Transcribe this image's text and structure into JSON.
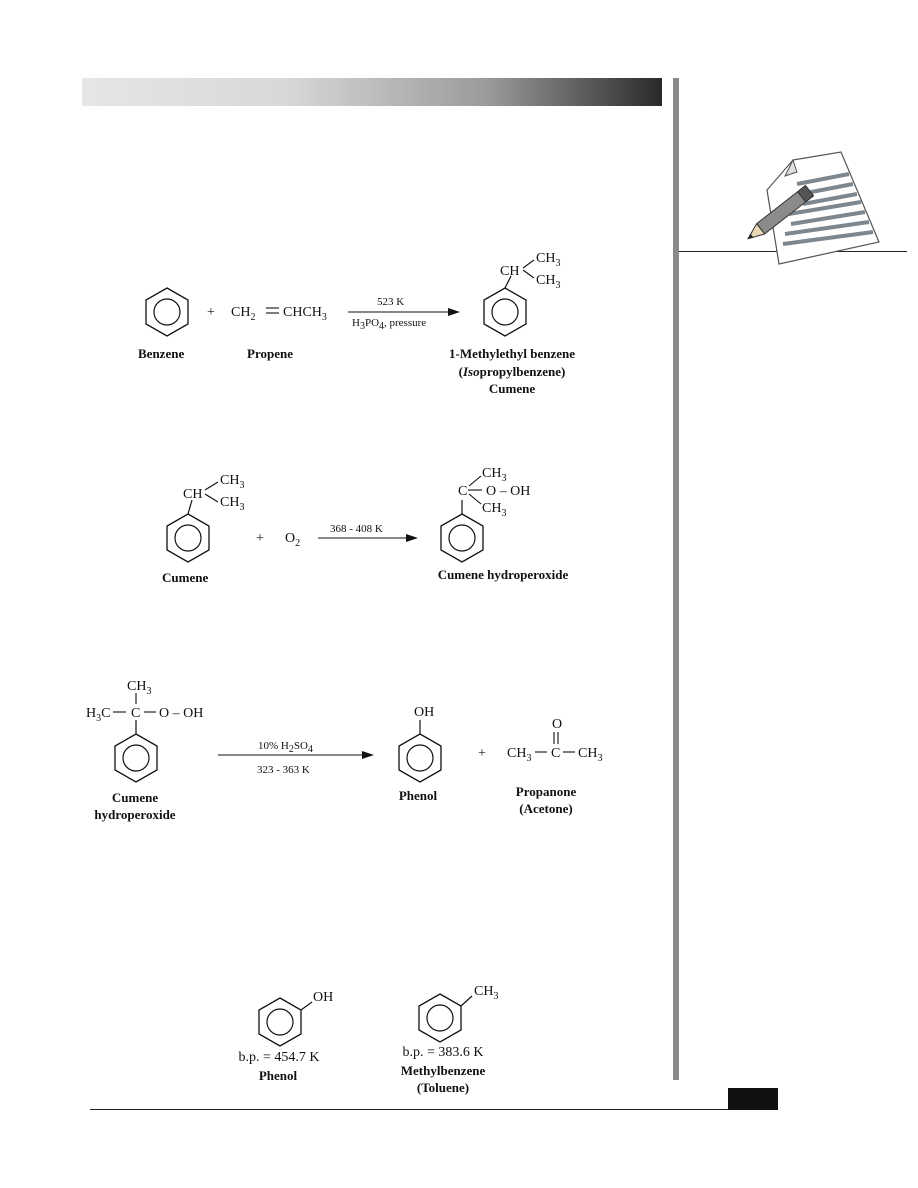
{
  "reaction1": {
    "reactant1_label": "Benzene",
    "plus": "+",
    "propene_formula_left": "CH",
    "propene_formula_sub": "2",
    "propene_formula_right": "CHCH",
    "propene_formula_sub2": "3",
    "reactant2_label": "Propene",
    "cond_top": "523 K",
    "cond_bottom_pre": "H",
    "cond_bottom_sub1": "3",
    "cond_bottom_mid": "PO",
    "cond_bottom_sub2": "4",
    "cond_bottom_post": ", pressure",
    "product_group_top": "CH",
    "product_group_top_sub": "3",
    "product_ch": "CH",
    "product_group_bottom": "CH",
    "product_group_bottom_sub": "3",
    "product_label_line1": "1-Methylethyl benzene",
    "product_label_line2_open": "(",
    "product_label_line2_italic": "Iso",
    "product_label_line2_rest": "propylbenzene)",
    "product_label_line3": "Cumene"
  },
  "reaction2": {
    "reactant_ch": "CH",
    "reactant_top": "CH",
    "reactant_top_sub": "3",
    "reactant_bottom": "CH",
    "reactant_bottom_sub": "3",
    "reactant_label": "Cumene",
    "plus": "+",
    "o2": "O",
    "o2_sub": "2",
    "cond_top": "368 - 408 K",
    "product_top": "CH",
    "product_top_sub": "3",
    "product_c": "C",
    "product_ooh": "O – OH",
    "product_bottom": "CH",
    "product_bottom_sub": "3",
    "product_label": "Cumene hydroperoxide"
  },
  "reaction3": {
    "reactant_top": "CH",
    "reactant_top_sub": "3",
    "reactant_left": "H",
    "reactant_left_sub": "3",
    "reactant_left_c": "C",
    "reactant_c": "C",
    "reactant_ooh": "O – OH",
    "reactant_label_line1": "Cumene",
    "reactant_label_line2": "hydroperoxide",
    "cond_top_pre": "10% H",
    "cond_top_sub1": "2",
    "cond_top_mid": "SO",
    "cond_top_sub2": "4",
    "cond_bottom": "323 - 363 K",
    "phenol_oh": "OH",
    "phenol_label": "Phenol",
    "plus": "+",
    "acetone_o": "O",
    "acetone_left": "CH",
    "acetone_left_sub": "3",
    "acetone_c": "C",
    "acetone_right": "CH",
    "acetone_right_sub": "3",
    "acetone_label_line1": "Propanone",
    "acetone_label_line2": "(Acetone)"
  },
  "comparison": {
    "phenol_oh": "OH",
    "phenol_bp": "b.p. = 454.7 K",
    "phenol_label": "Phenol",
    "toluene_ch3": "CH",
    "toluene_ch3_sub": "3",
    "toluene_bp": "b.p. = 383.6 K",
    "toluene_label_line1": "Methylbenzene",
    "toluene_label_line2": "(Toluene)"
  },
  "margin": {
    "icon": "notes-pencil-icon"
  },
  "colors": {
    "header_dark": "#2a2a2a",
    "header_light": "#e6e6e6",
    "rule": "#8a8a8a"
  }
}
